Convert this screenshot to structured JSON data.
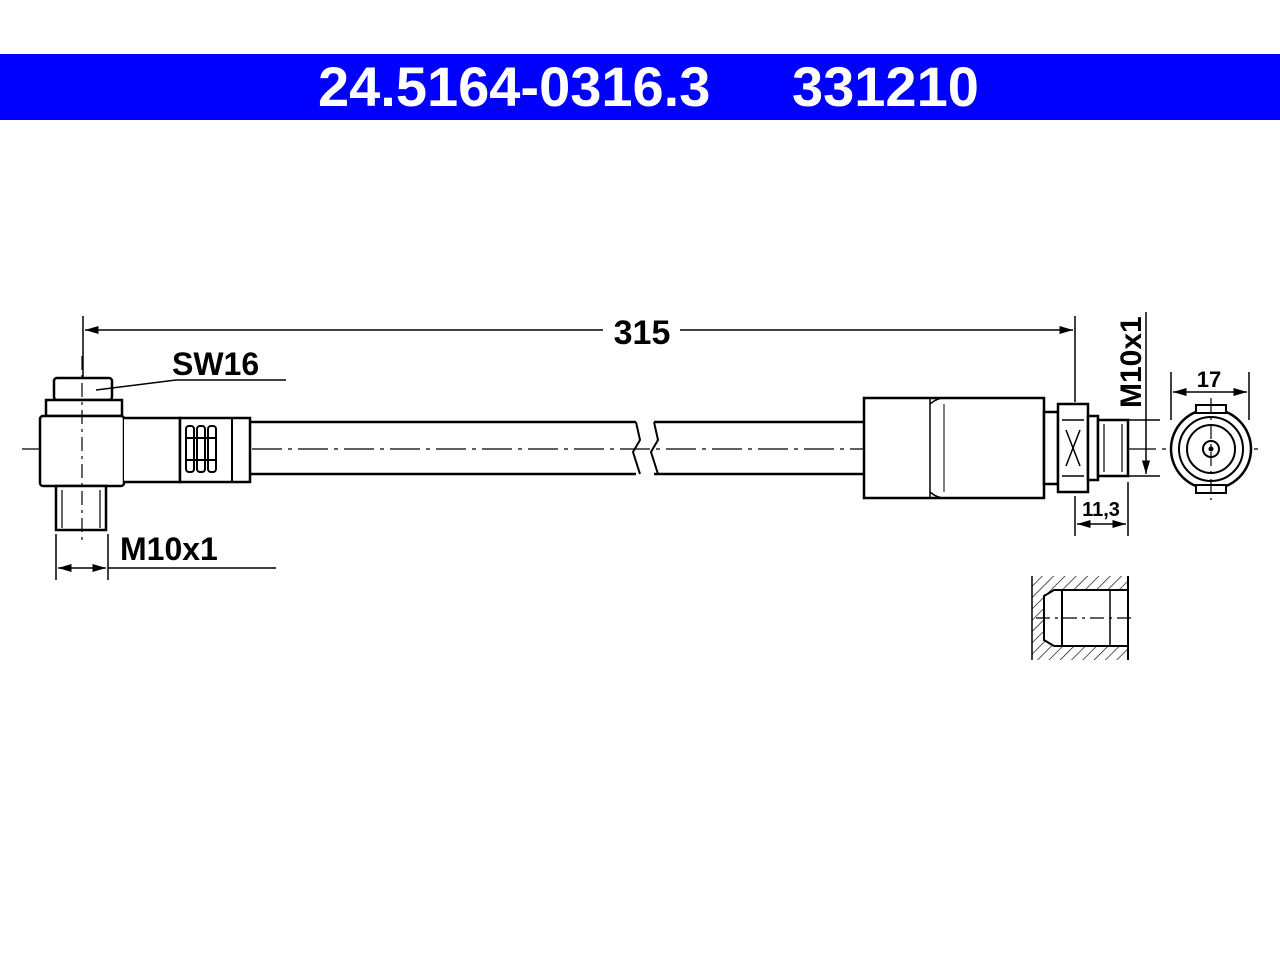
{
  "header": {
    "part_number_ate": "24.5164-0316.3",
    "part_number_alt": "331210",
    "band_color": "#0000ff"
  },
  "dimensions": {
    "overall_length": "315",
    "wrench_size": "SW16",
    "thread_left": "M10x1",
    "thread_right": "M10x1",
    "nut_width": "17",
    "thread_length": "11,3"
  }
}
